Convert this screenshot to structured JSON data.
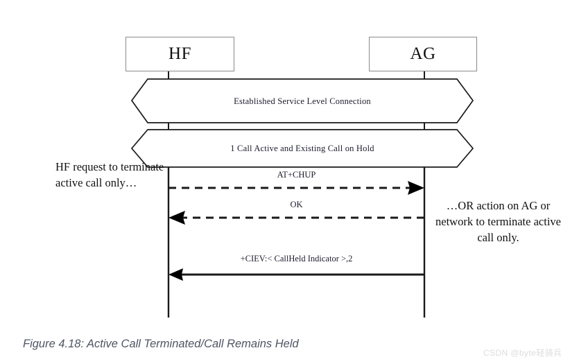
{
  "figure": {
    "caption": "Figure 4.18: Active Call Terminated/Call Remains Held",
    "watermark": "CSDN @byte轻骑兵"
  },
  "lifelines": [
    {
      "id": "hf",
      "label": "HF"
    },
    {
      "id": "ag",
      "label": "AG"
    }
  ],
  "states": [
    {
      "label": "Established Service Level Connection"
    },
    {
      "label": "1 Call Active and Existing Call on Hold"
    }
  ],
  "messages": [
    {
      "label": "AT+CHUP",
      "from": "hf",
      "to": "ag",
      "style": "dashed",
      "direction": "right"
    },
    {
      "label": "OK",
      "from": "ag",
      "to": "hf",
      "style": "dashed",
      "direction": "left"
    },
    {
      "label": "+CIEV:< CallHeld Indicator >,2",
      "from": "ag",
      "to": "hf",
      "style": "solid",
      "direction": "left"
    }
  ],
  "annotations": {
    "left": "HF request to terminate active call only…",
    "right": "…OR action on AG or network to terminate active call only."
  },
  "colors": {
    "stroke": "#1a1a1a",
    "box_border": "#8a8a8a",
    "text": "#1c1c2e",
    "caption": "#4e5562",
    "watermark": "#dcdcdc",
    "background": "#ffffff"
  }
}
